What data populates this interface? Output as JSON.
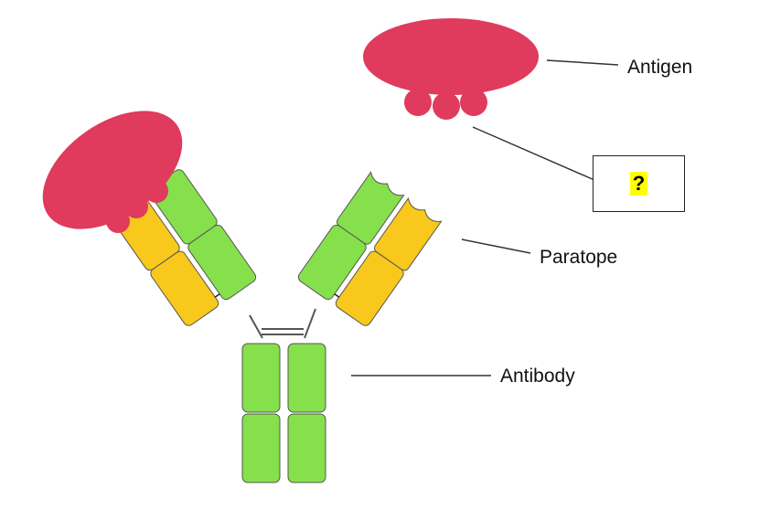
{
  "labels": {
    "antigen": "Antigen",
    "paratope": "Paratope",
    "antibody": "Antibody"
  },
  "unknown_label": {
    "text": "?",
    "highlight_color": "#ffff00"
  },
  "colors": {
    "antigen": "#e03a5c",
    "heavy_chain": "#86e04c",
    "light_chain": "#f8c81c",
    "outline": "#555555",
    "leader_line": "#333333"
  }
}
